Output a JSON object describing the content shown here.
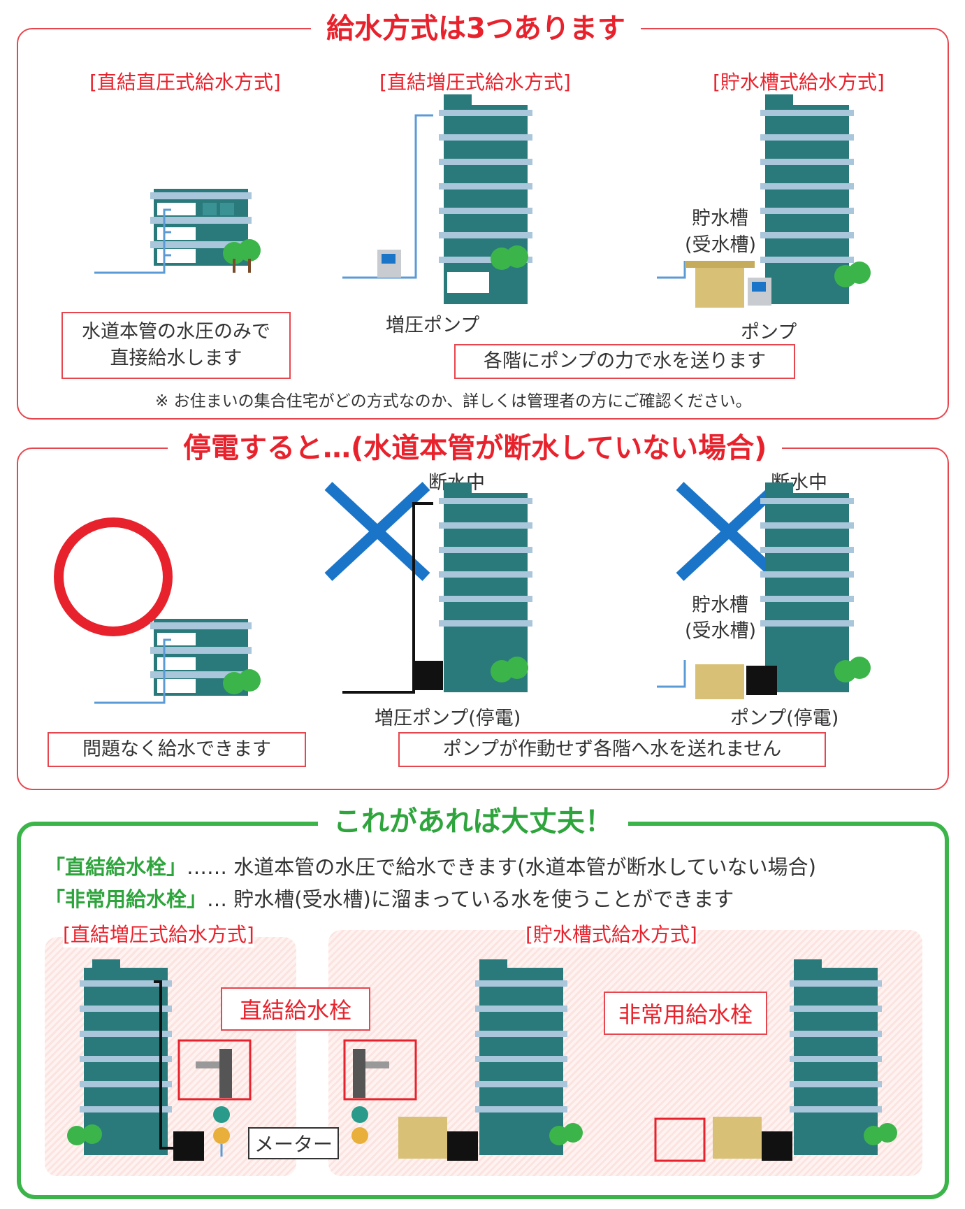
{
  "section1": {
    "title": "給水方式は3つあります",
    "methods": [
      "[直結直圧式給水方式]",
      "[直結増圧式給水方式]",
      "[貯水槽式給水方式]"
    ],
    "desc1": [
      "水道本管の水圧のみで",
      "直接給水します"
    ],
    "desc2": "各階にポンプの力で水を送ります",
    "pump_label": "増圧ポンプ",
    "tank_label": [
      "貯水槽",
      "(受水槽)"
    ],
    "pump_label2": "ポンプ",
    "footnote": "※ お住まいの集合住宅がどの方式なのか、詳しくは管理者の方にご確認ください。"
  },
  "section2": {
    "title": "停電すると…(水道本管が断水していない場合)",
    "cut_label": "断水中",
    "pump_label": "増圧ポンプ(停電)",
    "pump_label2": "ポンプ(停電)",
    "tank_label": [
      "貯水槽",
      "(受水槽)"
    ],
    "ok_text": "問題なく給水できます",
    "ng_text": "ポンプが作動せず各階へ水を送れません"
  },
  "section3": {
    "title": "これがあれば大丈夫！",
    "line1_key": "「直結給水栓」",
    "line1_text": "…… 水道本管の水圧で給水できます(水道本管が断水していない場合)",
    "line2_key": "「非常用給水栓」",
    "line2_text": "… 貯水槽(受水槽)に溜まっている水を使うことができます",
    "left_method": "[直結増圧式給水方式]",
    "right_method": "[貯水槽式給水方式]",
    "callout_direct": "直結給水栓",
    "callout_emergency": "非常用給水栓",
    "meter_label": "メーター"
  },
  "colors": {
    "red": "#e8222c",
    "green": "#3bb54a",
    "building": "#2a7a7c",
    "floor": "#a9c6db",
    "pipe": "#5b9bd5",
    "blue_x": "#1a75c9"
  }
}
